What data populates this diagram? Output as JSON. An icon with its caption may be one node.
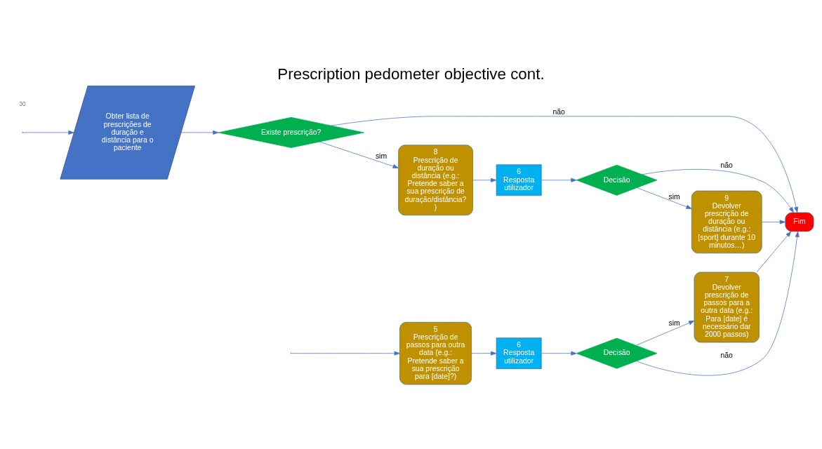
{
  "diagram": {
    "title": "Prescription pedometer objective cont.",
    "nodes": [
      {
        "text": [
          "5",
          "Prescrição de passos para outra data (e.g.: Pretende saber a sua prescrição para [date]?)"
        ]
      },
      {
        "text": [
          "6",
          "Resposta utilizador"
        ]
      },
      {
        "text": [
          "Decisão"
        ]
      },
      {
        "text": [
          "7",
          "Devolver prescrição de passos para a outra data (e.g.: Para [date] é necessário dar 2000 passos)"
        ]
      },
      {
        "text": [
          "Fim"
        ]
      },
      {
        "text": [
          "Obter lista de prescrições de duração e distância para o paciente"
        ]
      },
      {
        "text": [
          "Existe prescrição?"
        ]
      },
      {
        "text": [
          "8",
          "Prescrição de duração ou distância (e.g.: Pretende saber a sua prescrição de duração/distância?)"
        ]
      },
      {
        "text": [
          "6",
          "Resposta utilizador"
        ]
      },
      {
        "text": [
          "Decisão"
        ]
      },
      {
        "text": [
          "9",
          "Devolver prescrição de duração ou distância (e.g.: [sport] durante 10 minutos…)"
        ]
      }
    ],
    "edges": [
      {
        "from": null,
        "to": 0,
        "arrow": "to"
      },
      {
        "from": 0,
        "to": 1,
        "arrow": "to"
      },
      {
        "from": 1,
        "to": 2,
        "arrow": "to"
      },
      {
        "from": 2,
        "to": 3,
        "arrow": "to",
        "label": "sim"
      },
      {
        "from": 3,
        "to": 4,
        "arrow": "to"
      },
      {
        "from": 2,
        "to": 4,
        "arrow": "to",
        "label": "não"
      },
      {
        "from": null,
        "to": 5,
        "arrow": "to"
      },
      {
        "from": 5,
        "to": 6,
        "arrow": "to"
      },
      {
        "from": 6,
        "to": 4,
        "arrow": "to",
        "label": "não"
      },
      {
        "from": 6,
        "to": 7,
        "arrow": "to",
        "label": "sim"
      },
      {
        "from": 7,
        "to": 8,
        "arrow": "to"
      },
      {
        "from": 8,
        "to": 9,
        "arrow": "to"
      },
      {
        "from": 9,
        "to": 10,
        "arrow": "to",
        "label": "sim"
      },
      {
        "from": 9,
        "to": 4,
        "arrow": "to",
        "label": "não"
      },
      {
        "from": 10,
        "to": 4,
        "arrow": "to"
      }
    ],
    "labels": [
      "30"
    ]
  }
}
